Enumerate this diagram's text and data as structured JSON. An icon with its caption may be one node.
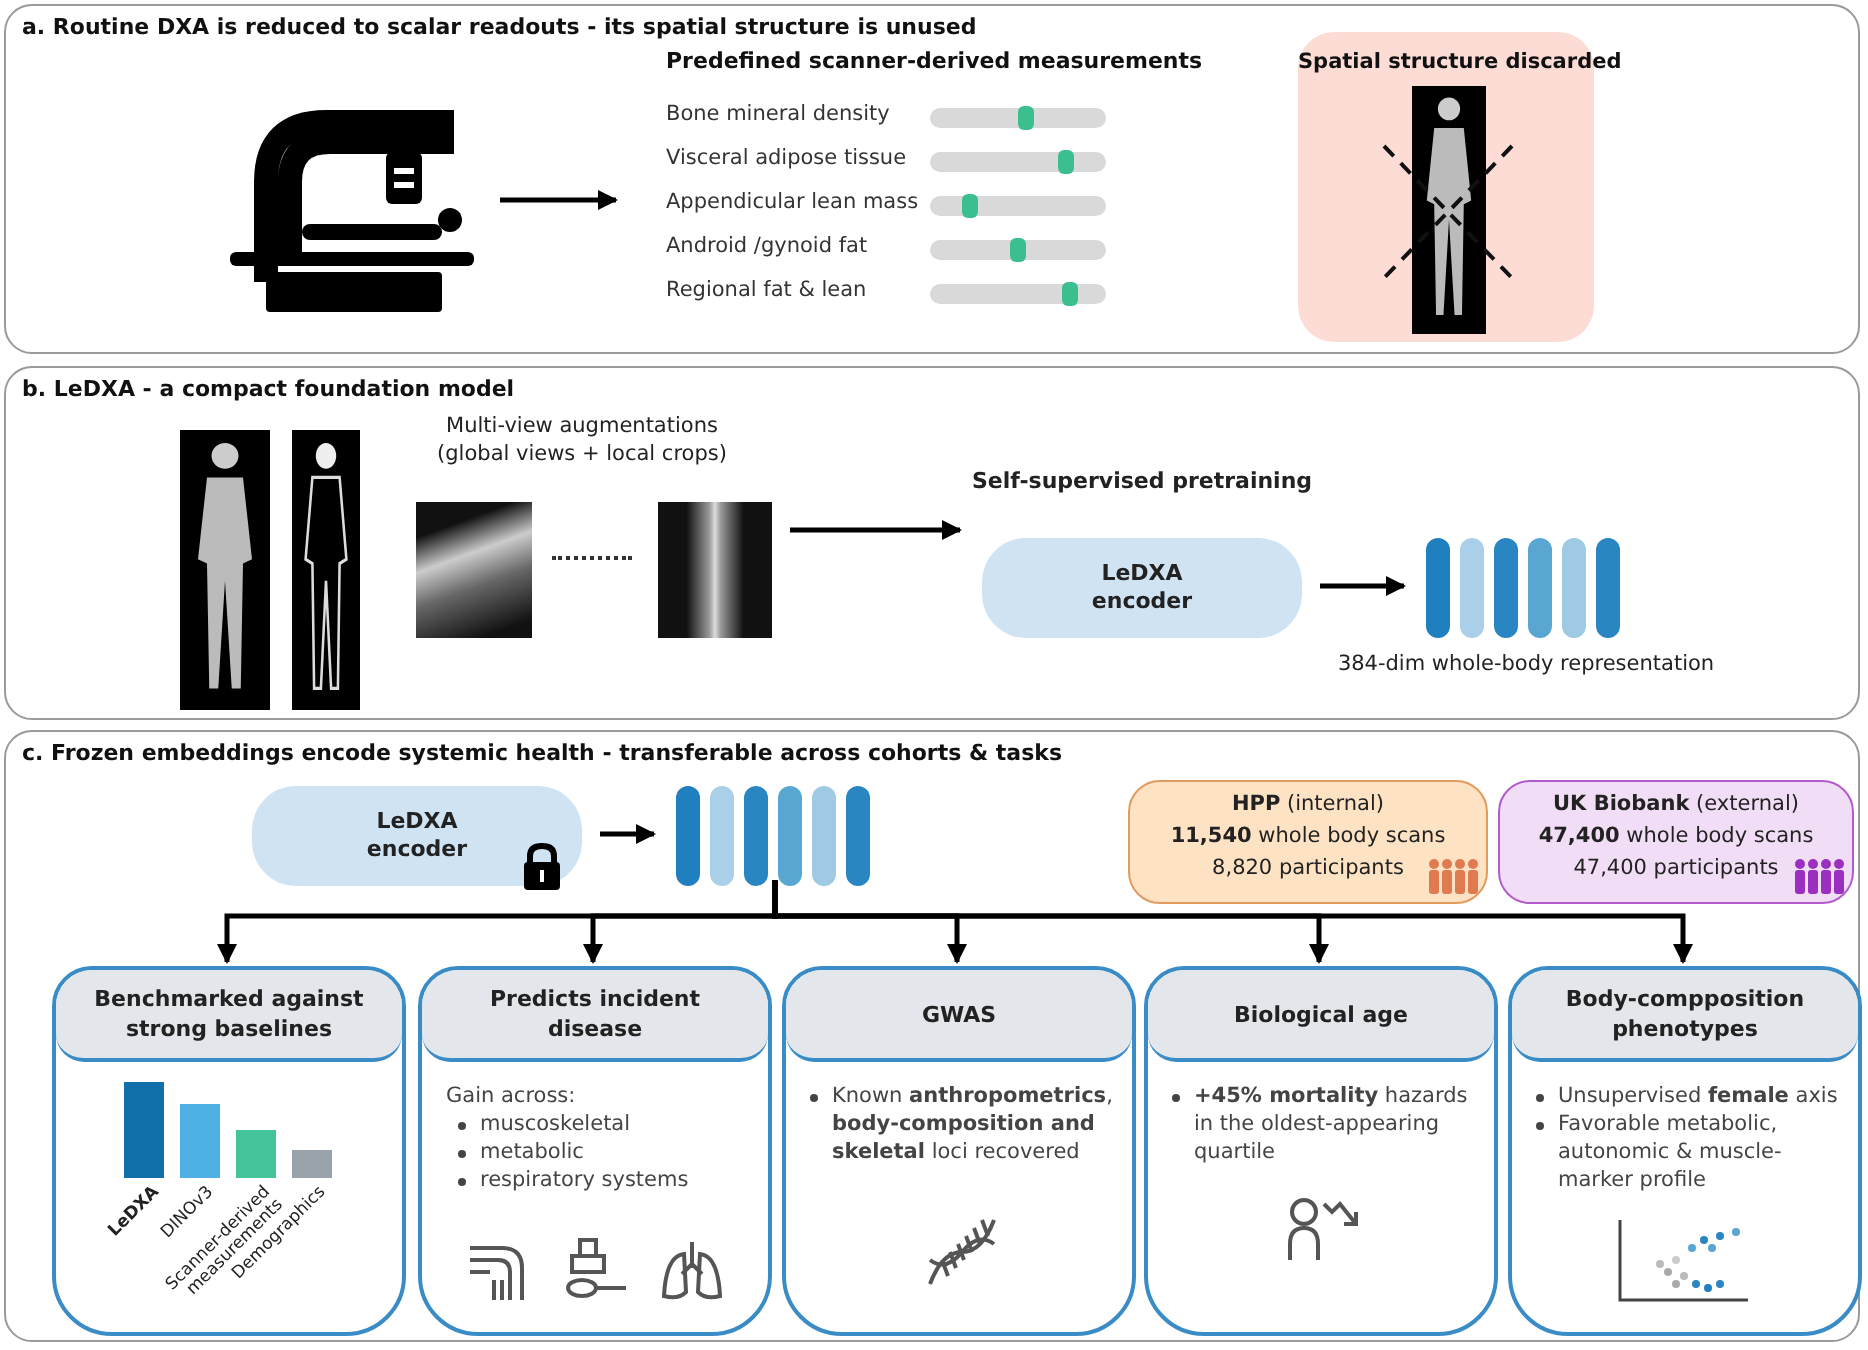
{
  "diagram": {
    "nodes": [
      {
        "text": [
          "a. Routine DXA is reduced to scalar readouts - its spatial structure is unused"
        ]
      },
      {
        "text": [],
        "shape": "picture",
        "in": 0
      },
      {
        "text": [
          "Predefined scanner-derived measurements",
          "Bone mineral density",
          "Visceral adipose tissue",
          "Appendicular lean mass",
          "Android /gynoid fat",
          "Regional fat & lean"
        ],
        "in": 0
      },
      {
        "text": [
          "Spatial structure discarded"
        ],
        "in": 0
      },
      {
        "text": [
          "b. LeDXA - a compact foundation model"
        ]
      },
      {
        "text": [
          "Multi-view augmentations (global views + local crops)"
        ],
        "in": 4
      },
      {
        "text": [
          "LeDXA encoder"
        ],
        "in": 4,
        "beside": [
          "Self-supervised pretraining"
        ]
      },
      {
        "text": [],
        "shape": "bar",
        "in": 4,
        "beside": [
          "384-dim whole-body representation"
        ]
      },
      {
        "text": [
          "c. Frozen embeddings encode systemic health - transferable across cohorts & tasks"
        ]
      },
      {
        "text": [
          "LeDXA encoder"
        ],
        "in": 8
      },
      {
        "text": [],
        "shape": "bar",
        "in": 8
      },
      {
        "text": [
          "**HPP** (internal)",
          "**11,540** whole body scans",
          "8,820 participants"
        ],
        "in": 8
      },
      {
        "text": [
          "**UK Biobank** (external)",
          "**47,400** whole body scans",
          "47,400 participants"
        ],
        "in": 8
      },
      {
        "text": [
          "Benchmarked against strong baselines",
          "LeDXA",
          "DINOv3",
          "Scanner-derived measurements",
          "Demographics"
        ],
        "in": 8
      },
      {
        "text": [
          "Predicts incident disease",
          "Gain across:",
          "muscoskeletal",
          "metabolic",
          "respiratory systems"
        ],
        "in": 8
      },
      {
        "text": [
          "GWAS",
          "Known **anthropometrics**, **body-composition and skeletal** loci recovered"
        ],
        "in": 8
      },
      {
        "text": [
          "Biological age",
          "**+45% mortality** hazards in the oldest-appearing quartile"
        ],
        "in": 8
      },
      {
        "text": [
          "Body-compposition phenotypes",
          "Unsupervised **female** axis",
          "Favorable metabolic, autonomic & muscle-marker profile"
        ],
        "in": 8
      }
    ],
    "edges": [
      {
        "from": 1,
        "to": 2,
        "arrow": "to"
      },
      {
        "from": 5,
        "to": 6,
        "arrow": "to"
      },
      {
        "from": 6,
        "to": 7,
        "arrow": "to"
      },
      {
        "from": 9,
        "to": 10,
        "arrow": "to"
      },
      {
        "from": 10,
        "to": 13,
        "arrow": "to"
      },
      {
        "from": 10,
        "to": 14,
        "arrow": "to"
      },
      {
        "from": 10,
        "to": 15,
        "arrow": "to"
      },
      {
        "from": 10,
        "to": 16,
        "arrow": "to"
      },
      {
        "from": 10,
        "to": 17,
        "arrow": "to"
      }
    ]
  }
}
